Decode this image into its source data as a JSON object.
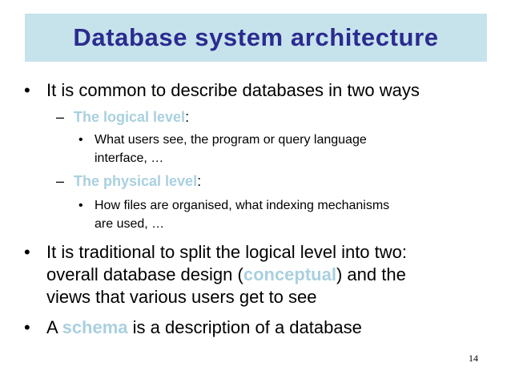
{
  "title": "Database system architecture",
  "bullets": [
    {
      "bullet": "•",
      "prefix": "It is common to describe databases in two ways",
      "subitems": [
        {
          "dash": "–",
          "highlight": "The logical level",
          "suffix": ":",
          "items": [
            {
              "bullet": "•",
              "lines": [
                "What users see, the program or query language",
                "interface, …"
              ]
            }
          ]
        },
        {
          "dash": "–",
          "highlight": "The physical level",
          "suffix": ":",
          "items": [
            {
              "bullet": "•",
              "lines": [
                "How files are organised, what indexing mechanisms",
                "are used, …"
              ]
            }
          ]
        }
      ]
    },
    {
      "bullet": "•",
      "line1": "It is traditional to split the logical level into two:",
      "line2_prefix": "overall database design (",
      "line2_highlight": "conceptual",
      "line2_suffix": ") and the",
      "line3": "views that various users get to see"
    },
    {
      "bullet": "•",
      "prefix": "A ",
      "highlight": "schema",
      "suffix": " is a description of a database"
    }
  ],
  "page_number": "14",
  "colors": {
    "title_text": "#2b2b8f",
    "title_background": "#c6e3ec",
    "highlight": "#a9d0df"
  }
}
